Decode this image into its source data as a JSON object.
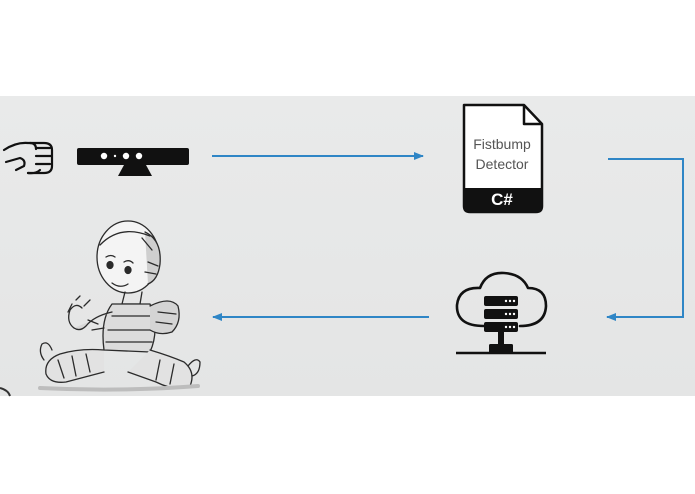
{
  "diagram": {
    "detector_file": {
      "line1": "Fistbump",
      "line2": "Detector",
      "language": "C#"
    },
    "icons": [
      "fist-icon",
      "depth-sensor-icon",
      "code-file-icon",
      "cloud-server-icon",
      "robot-icon"
    ],
    "colors": {
      "arrow": "#2f86c6",
      "background": "#e7e8e8",
      "icon": "#111111"
    }
  }
}
